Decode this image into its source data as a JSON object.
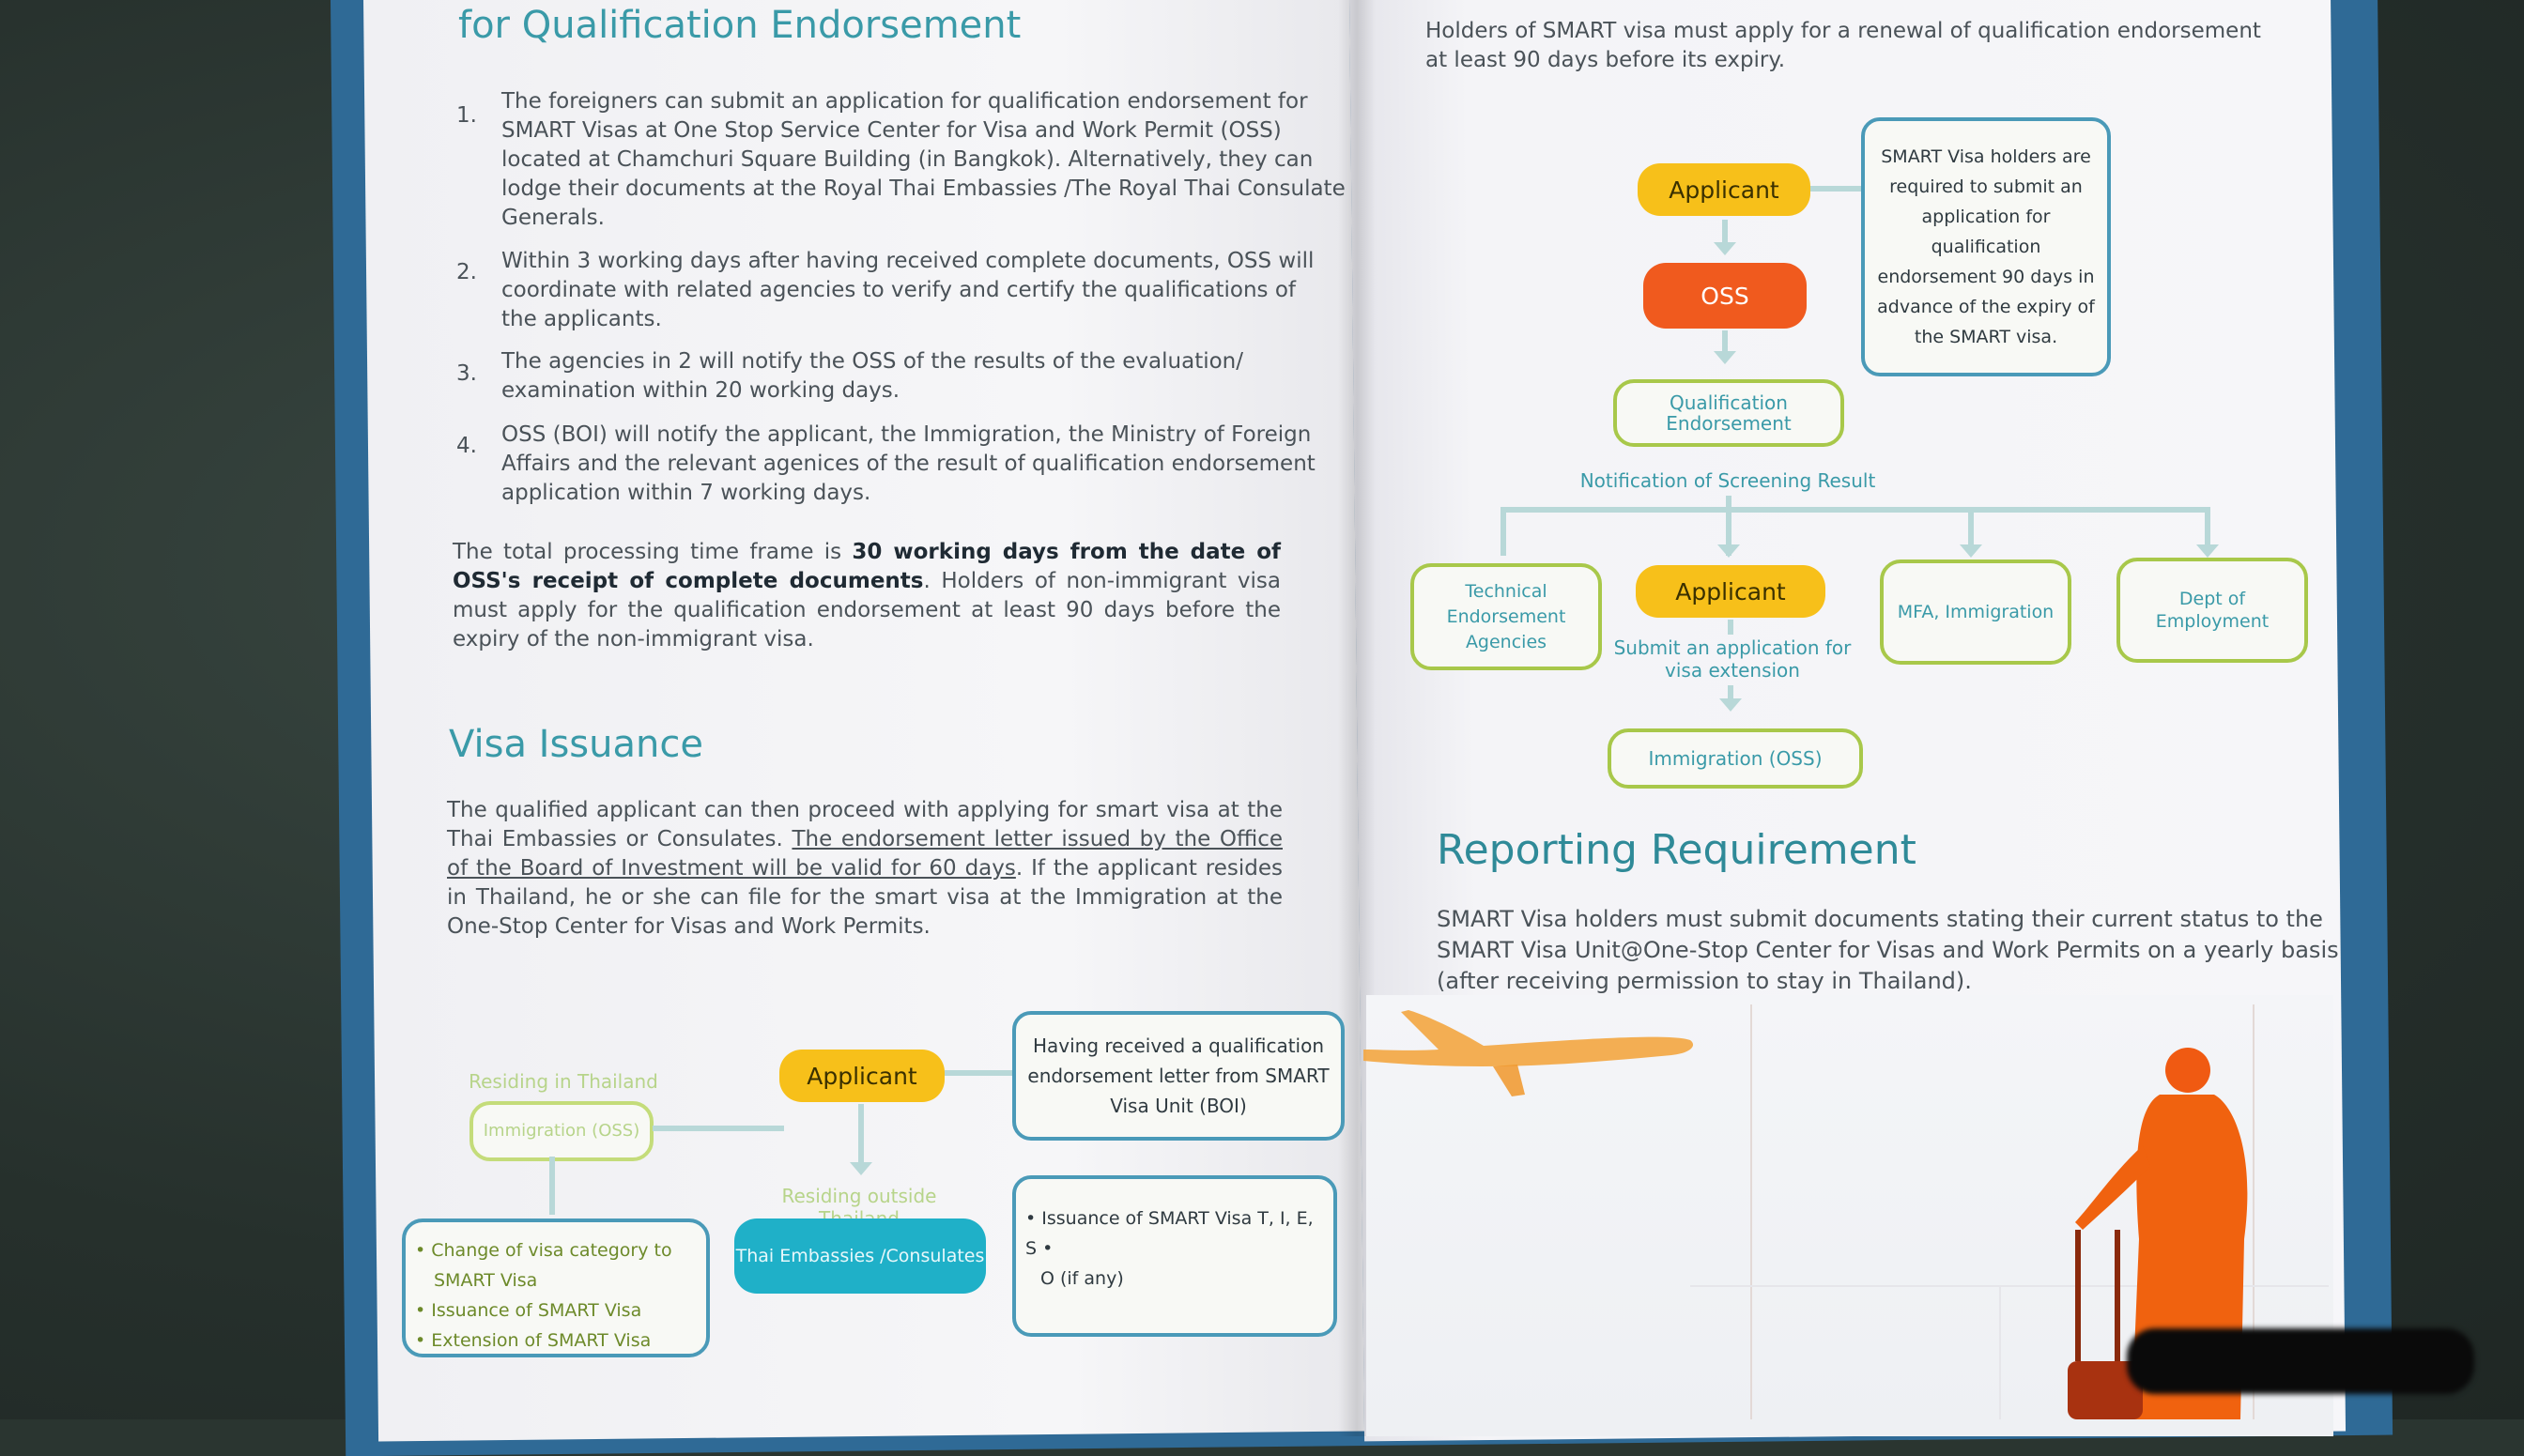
{
  "left_page": {
    "section1_title": "for Qualification Endorsement",
    "steps": [
      {
        "num": "1.",
        "lines": [
          "The foreigners can submit an application for qualification endorsement for",
          "SMART Visas at One Stop Service Center for Visa and Work Permit (OSS)",
          "located at Chamchuri Square Building (in Bangkok). Alternatively, they can",
          "lodge their documents at the Royal Thai Embassies /The Royal Thai Consulate",
          "Generals."
        ]
      },
      {
        "num": "2.",
        "lines": [
          "Within 3 working days after having received complete documents, OSS will",
          "coordinate with related agencies to verify and certify the qualifications of",
          "the applicants."
        ]
      },
      {
        "num": "3.",
        "lines": [
          "The agencies in 2 will notify the OSS of the results of the evaluation/",
          "examination within 20 working days."
        ]
      },
      {
        "num": "4.",
        "lines": [
          "OSS (BOI) will notify the applicant, the Immigration, the Ministry of Foreign",
          "Affairs and the relevant agenices of the result of qualification endorsement",
          "application within 7 working days."
        ]
      }
    ],
    "timeframe": {
      "pre": "The total processing time frame is ",
      "bold": "30 working days from the date of OSS's receipt of complete documents",
      "post": ". Holders of non-immigrant visa must apply for the qualification endorsement at least 90 days before the expiry of the non-immigrant visa."
    },
    "section2_title": "Visa Issuance",
    "issuance": {
      "pre": "The qualified applicant can then proceed with applying for smart visa at the Thai Embassies or Consulates. ",
      "underline": "The endorsement letter issued by the Office of the Board of Investment will be valid for 60 days",
      "post": ".  If the applicant resides in Thailand, he or she can file for the smart visa at the Immigration at the One-Stop Center for Visas and Work Permits."
    },
    "flow": {
      "residing_in": "Residing in Thailand",
      "immigration_oss": "Immigration (OSS)",
      "applicant": "Applicant",
      "received_letter": "Having received a qualification endorsement letter from SMART Visa Unit (BOI)",
      "residing_outside": "Residing outside Thailand",
      "embassies": "Thai Embassies /Consulates",
      "change_list": [
        "• Change of visa category to",
        "SMART Visa",
        "• Issuance of SMART  Visa",
        "• Extension of  SMART Visa"
      ],
      "issuance_list": [
        "• Issuance of SMART Visa T, I, E, S •",
        "O (if any)"
      ]
    }
  },
  "right_page": {
    "renewal_lines": [
      "Holders of SMART visa must apply for a renewal of qualification endorsement",
      "at least 90 days before its expiry."
    ],
    "flow": {
      "applicant": "Applicant",
      "oss": "OSS",
      "note": "SMART Visa holders are required to submit an application for qualification endorsement 90 days in advance of the expiry of the SMART visa.",
      "qual_endorsement": "Qualification Endorsement",
      "notification": "Notification of Screening Result",
      "tech_agencies": "Technical Endorsement Agencies",
      "applicant2": "Applicant",
      "mfa": "MFA, Immigration",
      "dept": "Dept of Employment",
      "submit_ext": "Submit an application for visa extension",
      "immigration_oss": "Immigration (OSS)"
    },
    "reporting_title": "Reporting Requirement",
    "reporting_lines": [
      "SMART Visa holders must submit documents stating their current status to the",
      "SMART Visa Unit@One-Stop Center for Visas and Work Permits on a yearly basis",
      "(after receiving permission to stay in Thailand)."
    ]
  },
  "colors": {
    "teal": "#3a9aa8",
    "yellow": "#f7c01a",
    "orange": "#f05a1e",
    "cyan": "#1fb0c8",
    "green": "#a8c84a"
  }
}
